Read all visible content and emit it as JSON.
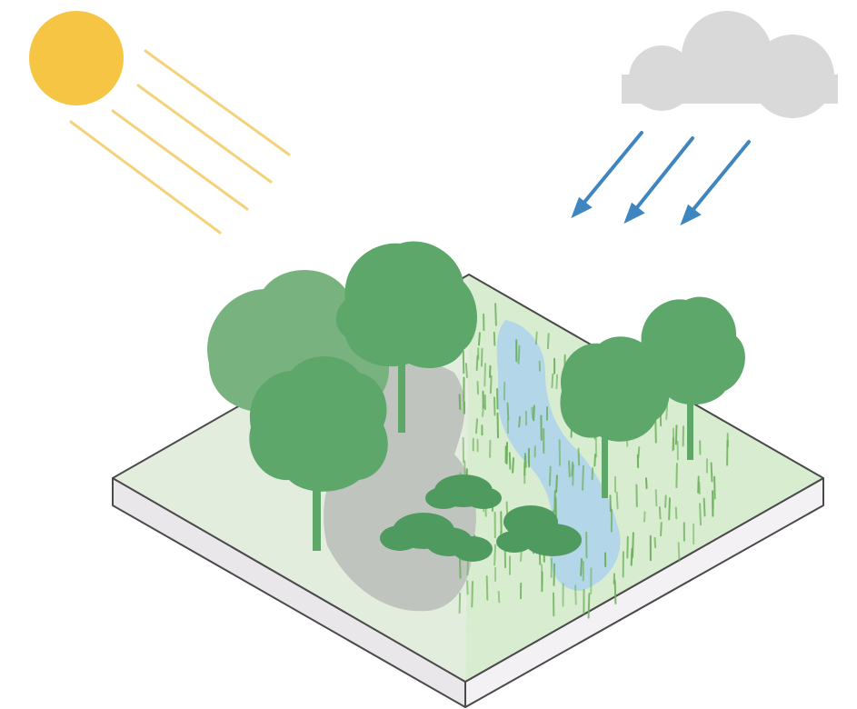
{
  "scene": {
    "elements": [
      "sun-icon",
      "sun-rays",
      "rain-cloud-icon",
      "rain-arrows",
      "terrain-slab",
      "deciduous-trees",
      "grass-meadow",
      "water-stream",
      "shade-area",
      "shrubs"
    ]
  },
  "colors": {
    "background": "#ffffff",
    "sun": "#F6C544",
    "sun_ray": "#F4D27A",
    "cloud": "#D9D9D9",
    "rain_arrow": "#3F86C1",
    "slab_top_left": "#E3EDDE",
    "slab_top_right": "#D8EDD0",
    "slab_side_left": "#E9E7EA",
    "slab_side_right": "#F4F1F4",
    "slab_outline": "#4A4A4A",
    "tree_dark": "#5DA76A",
    "tree_light": "#78B27F",
    "trunk": "#5FA769",
    "shade": "#BFC4BF",
    "water": "#AFD4EA",
    "grass": "#6BAF5A",
    "shrub": "#4F9A5E"
  }
}
